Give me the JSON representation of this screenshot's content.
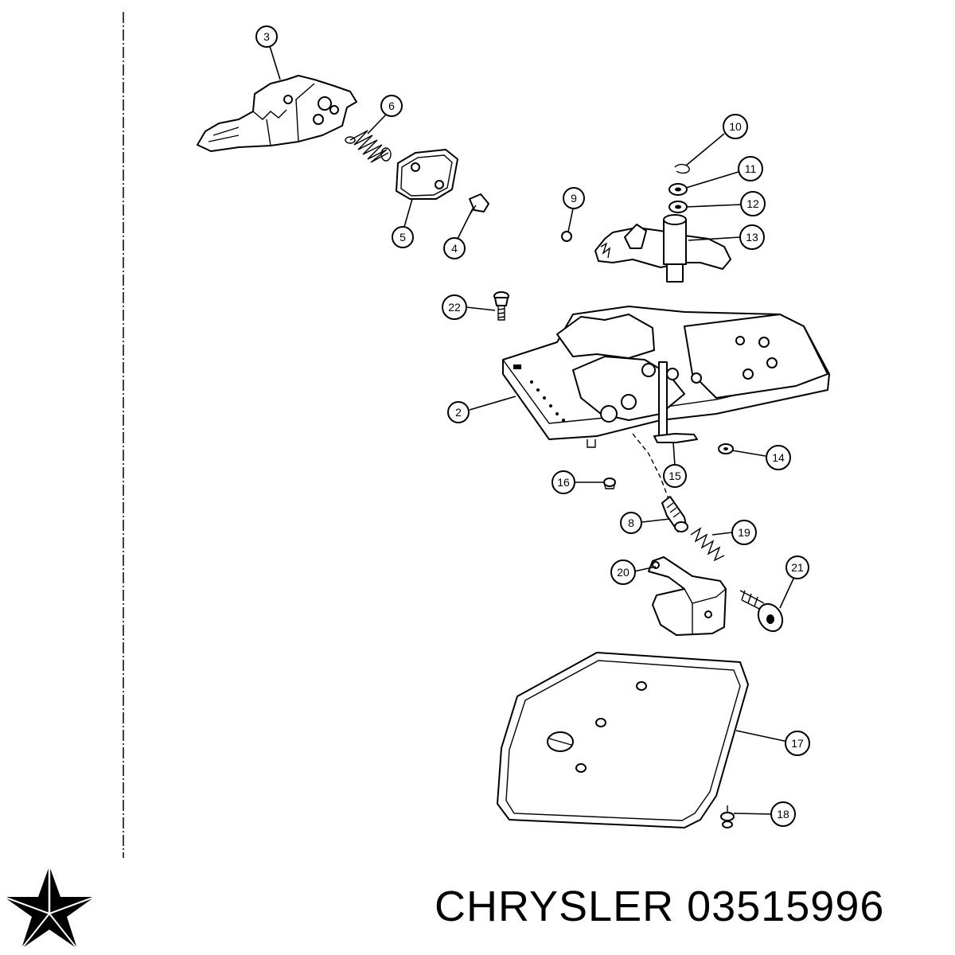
{
  "diagram": {
    "callouts": [
      "2",
      "3",
      "4",
      "5",
      "6",
      "8",
      "9",
      "10",
      "11",
      "12",
      "13",
      "14",
      "15",
      "16",
      "17",
      "18",
      "19",
      "20",
      "21",
      "22"
    ]
  },
  "footer": {
    "logo_icon": "pentastar-logo-icon",
    "brand": "CHRYSLER",
    "part_number": "03515996"
  }
}
